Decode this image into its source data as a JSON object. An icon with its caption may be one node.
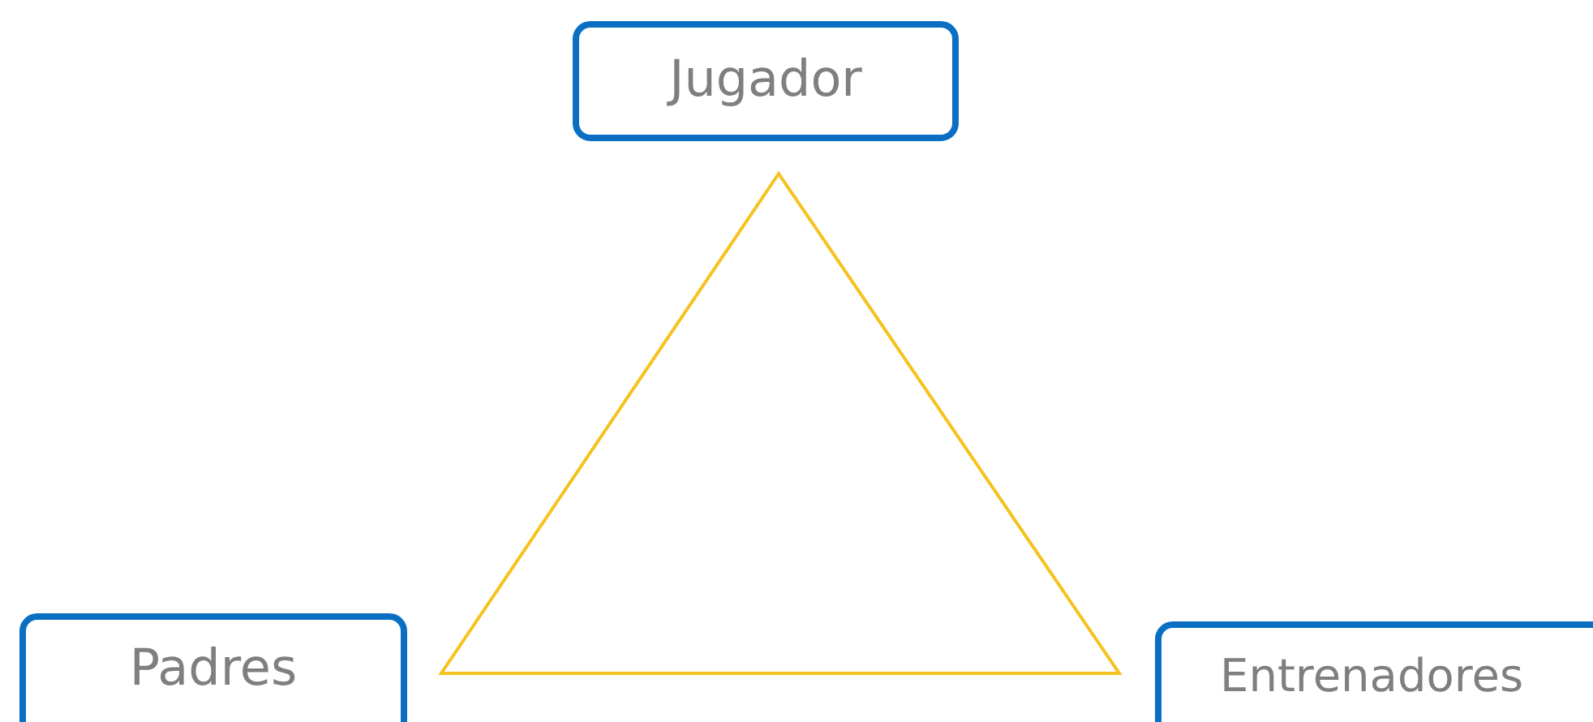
{
  "diagram": {
    "nodes": [
      {
        "text": [
          "Jugador"
        ]
      },
      {
        "text": [
          "Padres"
        ]
      },
      {
        "text": [
          "Entrenadores"
        ]
      }
    ]
  }
}
